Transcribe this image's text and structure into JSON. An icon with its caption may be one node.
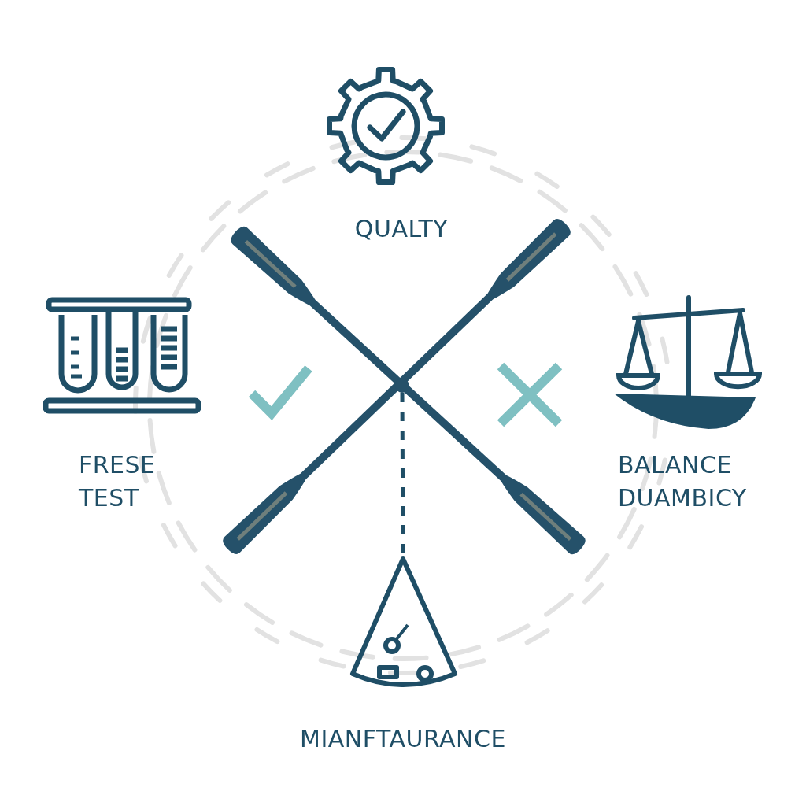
{
  "diagram": {
    "nodes": [
      {
        "text": [],
        "shape": "circle"
      },
      {
        "text": [
          "MIANFTAURANCE"
        ]
      }
    ],
    "edges": [
      {
        "from": 0,
        "to": 1,
        "arrow": "none",
        "style": "dashed"
      }
    ],
    "labels": [
      "QUALTY",
      "FRESE TEST",
      "BALANCE DUAMBICY"
    ]
  }
}
